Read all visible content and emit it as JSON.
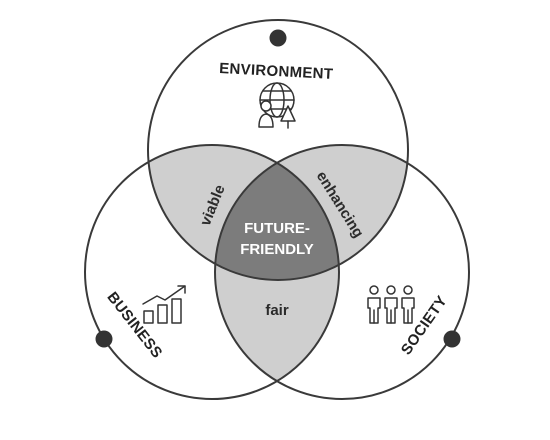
{
  "sets": {
    "environment": "ENVIRONMENT",
    "business": "BUSINESS",
    "society": "SOCIETY"
  },
  "overlaps": {
    "environment_business": "viable",
    "environment_society": "enhancing",
    "business_society": "fair"
  },
  "center": {
    "line1": "FUTURE-",
    "line2": "FRIENDLY"
  },
  "icons": {
    "environment": "globe-plant-icon",
    "business": "growth-chart-icon",
    "society": "people-group-icon"
  },
  "colors": {
    "circle_stroke": "#3a3a3a",
    "pair_overlap": "#cfcfcf",
    "center_overlap": "#7c7c7c",
    "marker": "#333333",
    "center_text": "#ffffff"
  }
}
